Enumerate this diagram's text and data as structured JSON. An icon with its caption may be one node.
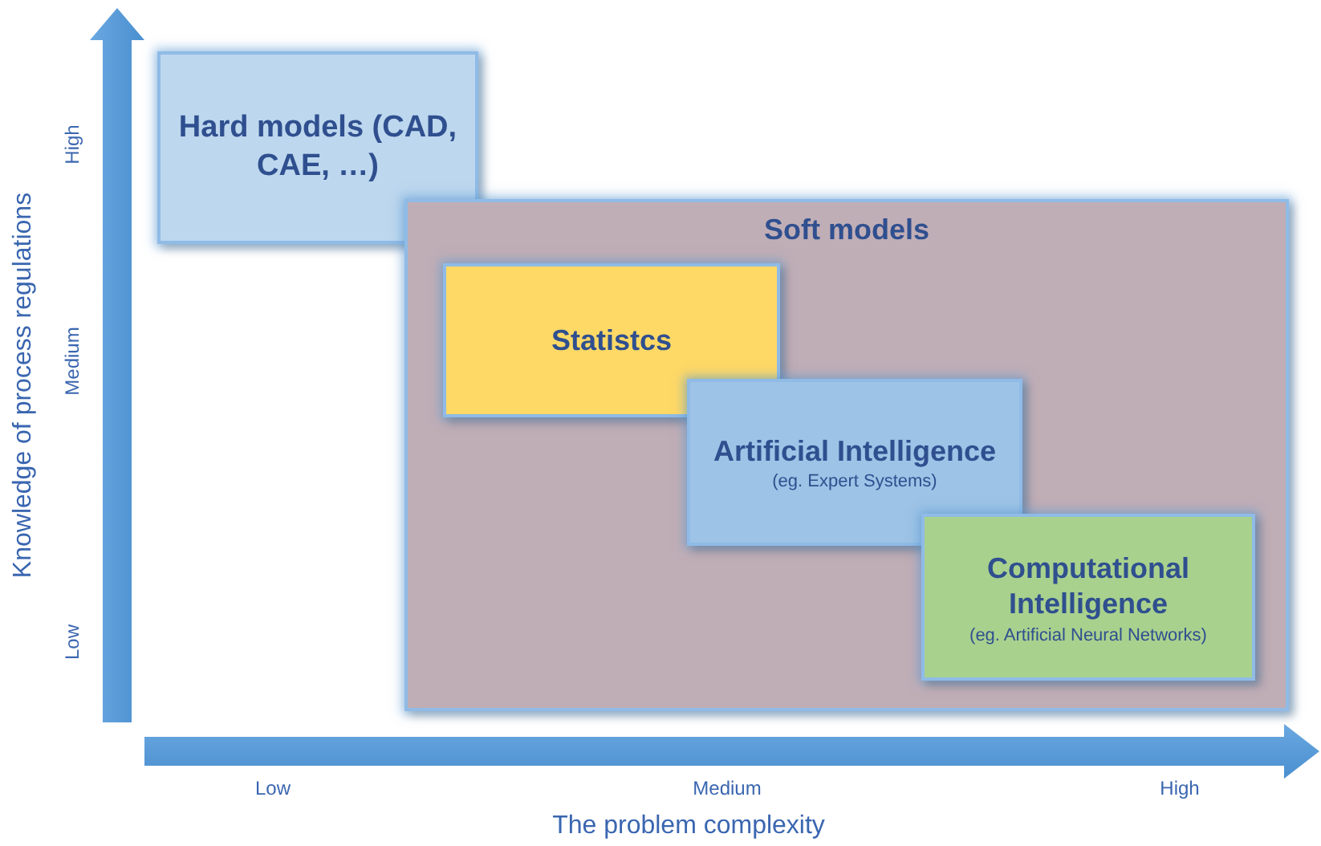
{
  "diagram": {
    "nodes": [
      {
        "text": [
          "Hard models (CAD, CAE, …)"
        ]
      },
      {
        "text": [
          "Soft models"
        ]
      },
      {
        "text": [
          "Statistcs"
        ],
        "in": 1
      },
      {
        "text": [
          "Artificial Intelligence",
          "(eg. Expert Systems)"
        ],
        "in": 1
      },
      {
        "text": [
          "Computational Intelligence",
          "(eg. Artificial Neural Networks)"
        ],
        "in": 1
      }
    ],
    "labels": [
      "High",
      "Medium",
      "Low",
      "Knowledge of process regulations",
      "Low",
      "Medium",
      "High",
      "The problem complexity"
    ]
  }
}
